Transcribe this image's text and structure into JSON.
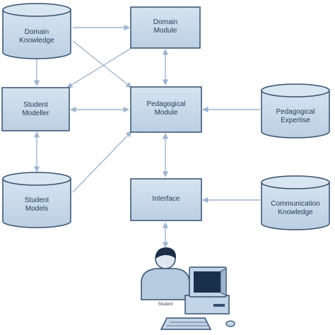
{
  "diagram": {
    "nodes": {
      "domain_knowledge": "Domain\nKnowledge",
      "domain_module": "Domain\nModule",
      "student_modeller": "Student\nModeller",
      "pedagogical_module": "Pedagogical\nModule",
      "pedagogical_expertise": "Pedagogical\nExpertise",
      "student_models": "Student\nModels",
      "interface": "Interface",
      "communication_knowledge": "Communication\nKnowledge",
      "student": "Student"
    },
    "colors": {
      "fill": "#c9d9ea",
      "stroke": "#36506e",
      "arrow": "#9fb6cf",
      "text": "#1f3b57"
    },
    "icons": [
      "person-icon",
      "computer-icon"
    ]
  }
}
